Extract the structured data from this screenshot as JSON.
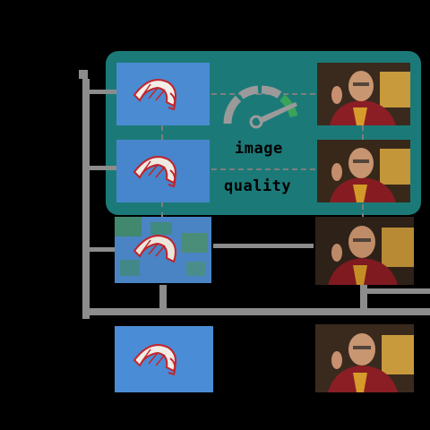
{
  "panel": {
    "label_line1": "image",
    "label_line2": "quality"
  },
  "icons": {
    "gauge": "gauge-icon",
    "kite": "kite-thumbnail",
    "portrait": "portrait-thumbnail"
  },
  "colors": {
    "panel": "#1b7a78",
    "connector": "#8c8c8c",
    "gauge_gray": "#9a9a9a",
    "gauge_green": "#3aa35a",
    "sky_blue": "#3d7fc8",
    "robe_red": "#8a1e24"
  }
}
